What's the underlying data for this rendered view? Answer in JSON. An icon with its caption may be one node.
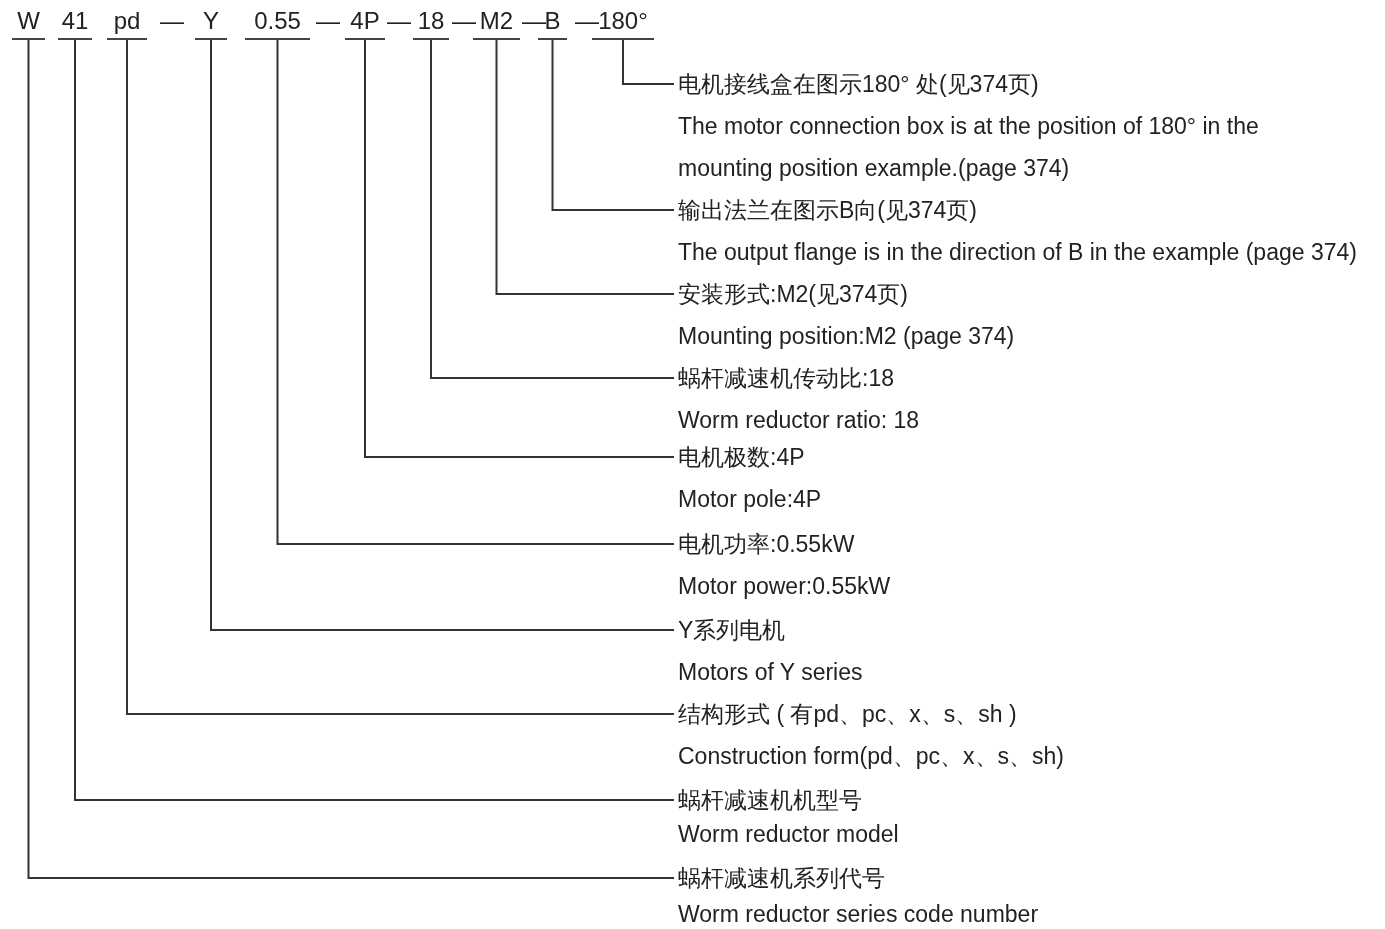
{
  "diagram": {
    "nodes": [
      {
        "text": [
          "W"
        ]
      },
      {
        "text": [
          "41"
        ]
      },
      {
        "text": [
          "pd"
        ]
      },
      {
        "text": [
          "Y"
        ]
      },
      {
        "text": [
          "0.55"
        ]
      },
      {
        "text": [
          "4P"
        ]
      },
      {
        "text": [
          "18"
        ]
      },
      {
        "text": [
          "M2"
        ]
      },
      {
        "text": [
          "B"
        ]
      },
      {
        "text": [
          "180°"
        ]
      },
      {
        "text": [
          "电机接线盒在图示180° 处(见374页)",
          "The motor connection box is at the position of 180° in the mounting position example.(page 374)"
        ]
      },
      {
        "text": [
          "输出法兰在图示B向(见374页)",
          "The output flange is in the direction of B in the example (page 374)"
        ]
      },
      {
        "text": [
          "安装形式:M2(见374页)",
          "Mounting position:M2 (page 374)"
        ]
      },
      {
        "text": [
          "蜗杆减速机传动比:18",
          "Worm reductor ratio: 18"
        ]
      },
      {
        "text": [
          "电机极数:4P",
          "Motor pole:4P"
        ]
      },
      {
        "text": [
          "电机功率:0.55kW",
          "Motor power:0.55kW"
        ]
      },
      {
        "text": [
          "Y系列电机",
          "Motors of Y series"
        ]
      },
      {
        "text": [
          "结构形式 ( 有pd、pc、x、s、sh )",
          "Construction form(pd、pc、x、s、sh)"
        ]
      },
      {
        "text": [
          "蜗杆减速机机型号",
          "Worm reductor model"
        ]
      },
      {
        "text": [
          "蜗杆减速机系列代号",
          "Worm reductor series code number"
        ]
      }
    ],
    "edges": [
      {
        "from": 0,
        "to": 19,
        "arrow": "none"
      },
      {
        "from": 1,
        "to": 18,
        "arrow": "none"
      },
      {
        "from": 2,
        "to": 17,
        "arrow": "none"
      },
      {
        "from": 3,
        "to": 16,
        "arrow": "none"
      },
      {
        "from": 4,
        "to": 15,
        "arrow": "none"
      },
      {
        "from": 5,
        "to": 14,
        "arrow": "none"
      },
      {
        "from": 6,
        "to": 13,
        "arrow": "none"
      },
      {
        "from": 7,
        "to": 12,
        "arrow": "none"
      },
      {
        "from": 8,
        "to": 11,
        "arrow": "none"
      },
      {
        "from": 9,
        "to": 10,
        "arrow": "none"
      }
    ],
    "labels": [
      "—",
      "—",
      "—",
      "—",
      "—",
      "—"
    ]
  }
}
